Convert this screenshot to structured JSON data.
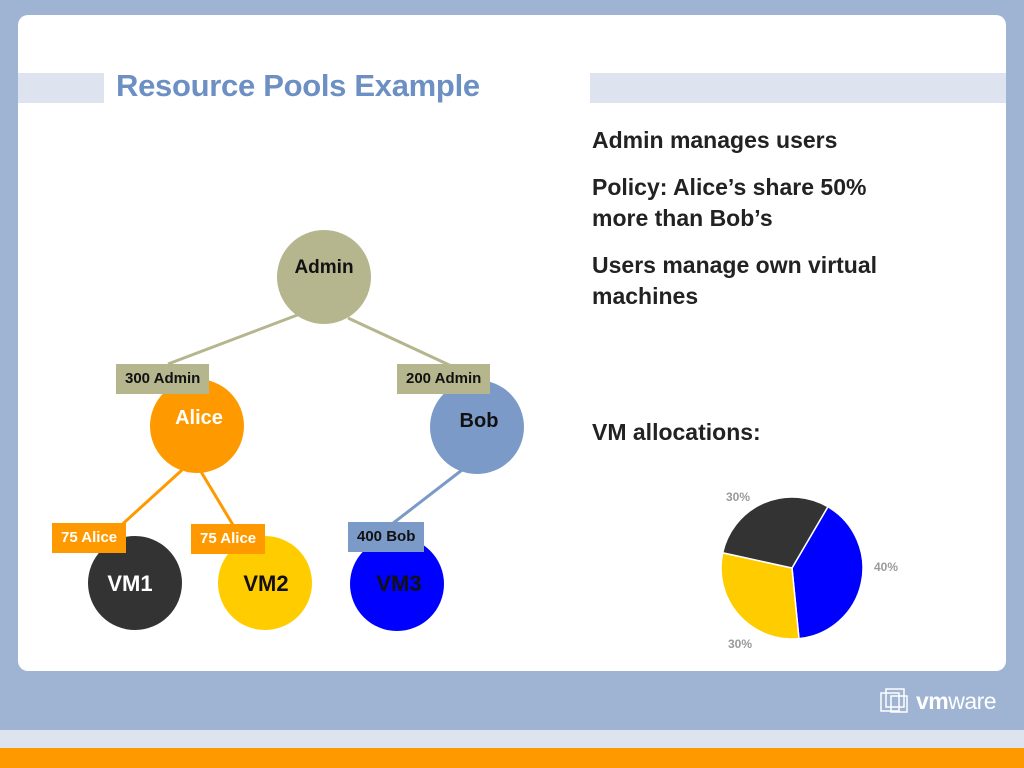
{
  "slide": {
    "title": "Resource Pools Example"
  },
  "bullets": [
    "Admin manages users",
    "Policy: Alice’s share 50% more than Bob’s",
    "Users manage own virtual machines"
  ],
  "vm_allocations_label": "VM allocations:",
  "tree": {
    "nodes": {
      "admin": "Admin",
      "alice": "Alice",
      "bob": "Bob",
      "vm1": "VM1",
      "vm2": "VM2",
      "vm3": "VM3"
    },
    "shares": {
      "alice": "300 Admin",
      "bob": "200 Admin",
      "vm1": "75 Alice",
      "vm2": "75 Alice",
      "vm3": "400 Bob"
    }
  },
  "colors": {
    "admin": "#b5b58e",
    "alice": "#ff9900",
    "bob": "#7b9ac8",
    "vm1": "#333333",
    "vm2": "#ffcc00",
    "vm3": "#0000ff",
    "title": "#6c8fc4"
  },
  "chart_data": {
    "type": "pie",
    "slices": [
      {
        "label": "40%",
        "value": 40,
        "color": "#0000ff"
      },
      {
        "label": "30%",
        "value": 30,
        "color": "#ffcc00"
      },
      {
        "label": "30%",
        "value": 30,
        "color": "#333333"
      }
    ]
  },
  "logo": {
    "vm": "vm",
    "ware": "ware"
  }
}
